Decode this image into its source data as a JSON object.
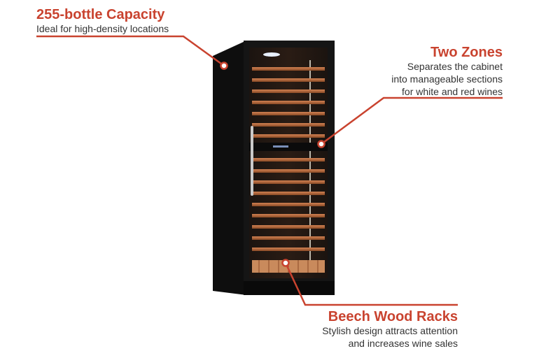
{
  "callouts": {
    "capacity": {
      "title": "255-bottle Capacity",
      "lines": [
        "Ideal for high-density locations"
      ]
    },
    "zones": {
      "title": "Two Zones",
      "lines": [
        "Separates the cabinet",
        "into manageable sections",
        "for white and red wines"
      ]
    },
    "racks": {
      "title": "Beech Wood Racks",
      "lines": [
        "Stylish design attracts attention",
        "and increases wine sales"
      ]
    }
  },
  "colors": {
    "accent": "#c9432f",
    "body_text": "#333333",
    "cabinet": "#141414",
    "wood": "#b8683a"
  },
  "icons": {
    "top_light": "led-light-icon",
    "door_handle": "door-handle-icon"
  }
}
